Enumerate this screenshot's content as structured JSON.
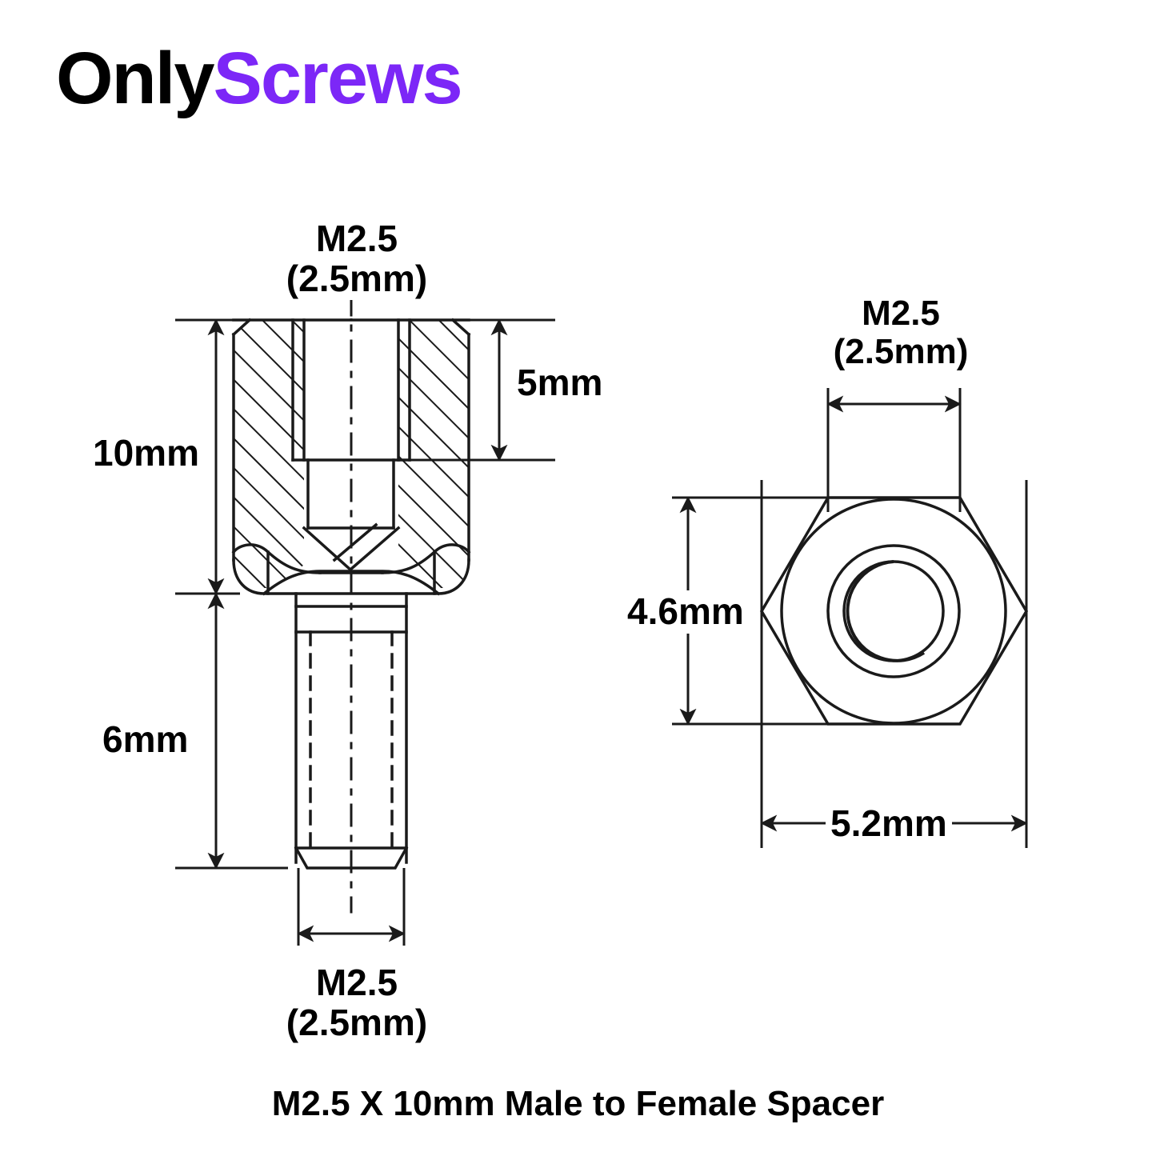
{
  "logo": {
    "name": "OnlyScrews",
    "part_a": "Only",
    "part_b": "Screws",
    "color_black": "#000000",
    "color_purple": "#7C27F7"
  },
  "caption": {
    "text": "M2.5 X 10mm Male to Female Spacer"
  },
  "views": {
    "side_section": {
      "name": "side-section-view",
      "labels": {
        "thread_top_line1": "M2.5",
        "thread_top_line2": "(2.5mm)",
        "total_length": "10mm",
        "female_thread_depth": "5mm",
        "male_thread_length": "6mm",
        "thread_bottom_line1": "M2.5",
        "thread_bottom_line2": "(2.5mm)"
      }
    },
    "end_view": {
      "name": "hex-end-view",
      "labels": {
        "thread_line1": "M2.5",
        "thread_line2": "(2.5mm)",
        "across_flats": "4.6mm",
        "across_corners": "5.2mm"
      }
    }
  },
  "drawing_style": {
    "line_color": "#1a1a1a",
    "background": "#ffffff",
    "stroke_width": 3
  }
}
